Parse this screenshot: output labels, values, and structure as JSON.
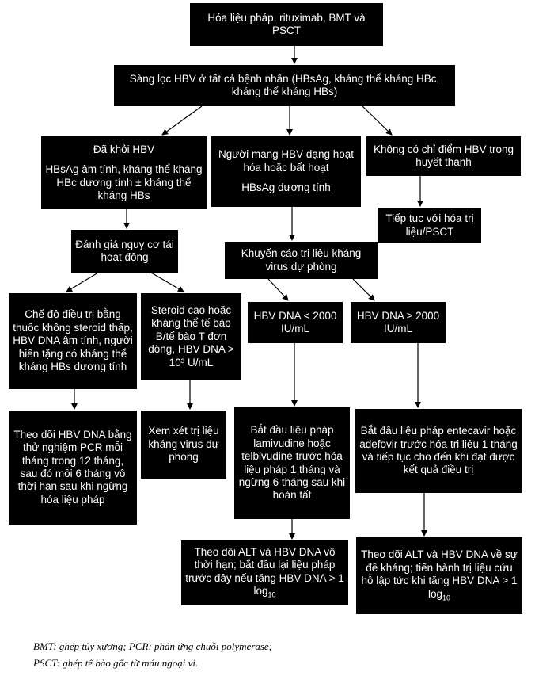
{
  "nodes": {
    "top": "Hóa liệu pháp, rituximab, BMT và PSCT",
    "screening": "Sàng lọc HBV ở tất cả bệnh nhân (HBsAg, kháng thể kháng HBc, kháng thể kháng HBs)",
    "resolved_title": "Đã khỏi HBV",
    "resolved_detail": "HBsAg âm tính, kháng thể kháng HBc dương tính ± kháng thể kháng HBs",
    "carrier_title": "Người mang HBV dạng hoạt hóa hoặc bất hoạt",
    "carrier_detail": "HBsAg dương tính",
    "no_marker": "Không có chỉ điểm HBV trong huyết thanh",
    "continue": "Tiếp tục với hóa trị liệu/PSCT",
    "risk": "Đánh giá nguy cơ tái hoạt động",
    "prophylaxis": "Khuyến cáo trị liệu kháng virus dự phòng",
    "low_risk": "Chế độ điều trị bằng thuốc không steroid thấp, HBV DNA âm tính, người hiến tặng có kháng thể kháng HBs dương tính",
    "high_risk": "Steroid cao hoặc kháng thể tế bào B/tế bào T đơn dòng, HBV DNA > 10³ U/mL",
    "dna_low": "HBV DNA < 2000 IU/mL",
    "dna_high": "HBV DNA ≥ 2000 IU/mL",
    "monitor_pcr": "Theo dõi HBV DNA bằng thử nghiệm PCR mỗi tháng trong 12 tháng, sau đó mỗi 6 tháng vô thời hạn sau khi ngừng hóa liệu pháp",
    "consider": "Xem xét trị liệu kháng virus dự phòng",
    "lamivudine": "Bắt đầu liệu pháp lamivudine hoặc telbivudine trước hóa liệu pháp 1 tháng và ngừng 6 tháng sau khi hoàn tất",
    "entecavir": "Bắt đầu liệu pháp entecavir hoặc adefovir trước hóa trị liệu 1 tháng và tiếp tục cho đến khi đạt được kết quả điều trị",
    "monitor_alt_pre": "Theo dõi ALT và HBV DNA vô thời hạn; bắt đầu lại liệu pháp trước đây nếu tăng HBV DNA > 1 log",
    "monitor_alt_sub": "10",
    "monitor_res_pre": "Theo dõi ALT và HBV DNA về sự đề kháng; tiến hành trị liệu cứu hỗ lập tức khi tăng HBV DNA > 1 log",
    "monitor_res_sub": "10"
  },
  "footnotes": [
    "BMT: ghép tủy xương; PCR: phản ứng chuỗi polymerase;",
    "PSCT: ghép tế bào gốc từ máu ngoại vi."
  ]
}
